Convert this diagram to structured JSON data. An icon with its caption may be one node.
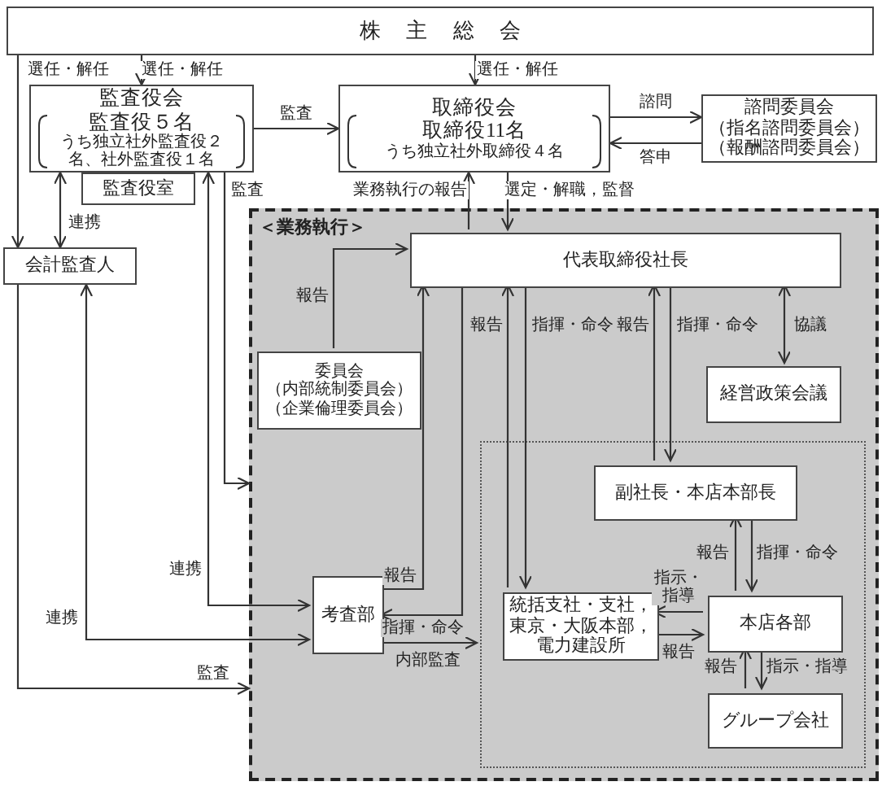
{
  "diagram": {
    "nodes": [
      {
        "text": [
          "株主総会"
        ]
      },
      {
        "text": [
          "監査役会",
          "監査役５名",
          "うち独立社外監査役２名、社外監査役１名"
        ]
      },
      {
        "text": [
          "監査役室"
        ]
      },
      {
        "text": [
          "取締役会",
          "取締役11名",
          "うち独立社外取締役４名"
        ]
      },
      {
        "text": [
          "諮問委員会",
          "（指名諮問委員会）",
          "（報酬諮問委員会）"
        ]
      },
      {
        "text": [
          "＜業務執行＞"
        ]
      },
      {
        "text": [
          "会計監査人"
        ]
      },
      {
        "text": [
          "代表取締役社長"
        ],
        "in": 5
      },
      {
        "text": [
          "委員会",
          "（内部統制委員会）",
          "（企業倫理委員会）"
        ],
        "in": 5
      },
      {
        "text": [
          "経営政策会議"
        ],
        "in": 5
      },
      {
        "text": [],
        "shape": "box",
        "in": 5
      },
      {
        "text": [
          "副社長・本店本部長"
        ],
        "in": 10
      },
      {
        "text": [
          "統括支社・支社，東京・大阪本部，電力建設所"
        ],
        "in": 10
      },
      {
        "text": [
          "本店各部"
        ],
        "in": 10
      },
      {
        "text": [
          "グループ会社"
        ],
        "in": 10
      },
      {
        "text": [
          "考査部"
        ],
        "in": 5
      }
    ],
    "edges": [
      {
        "from": 0,
        "to": 1,
        "arrow": "to",
        "label": "選任・解任"
      },
      {
        "from": 0,
        "to": 3,
        "arrow": "to",
        "label": "選任・解任"
      },
      {
        "from": 0,
        "to": 6,
        "arrow": "to",
        "label": "選任・解任"
      },
      {
        "from": 1,
        "to": 3,
        "arrow": "to",
        "label": "監査"
      },
      {
        "from": 3,
        "to": 4,
        "arrow": "to",
        "label": "諮問"
      },
      {
        "from": 4,
        "to": 3,
        "arrow": "to",
        "label": "答申"
      },
      {
        "from": 7,
        "to": 3,
        "arrow": "to",
        "label": "業務執行の報告"
      },
      {
        "from": 3,
        "to": 7,
        "arrow": "to",
        "label": "選定・解職，監督"
      },
      {
        "from": 1,
        "to": 6,
        "arrow": "both",
        "label": "連携"
      },
      {
        "from": 6,
        "to": 15,
        "arrow": "both",
        "label": "連携"
      },
      {
        "from": 6,
        "to": 5,
        "arrow": "to",
        "label": "監査"
      },
      {
        "from": 1,
        "to": 15,
        "arrow": "both",
        "label": "連携"
      },
      {
        "from": 1,
        "to": 5,
        "arrow": "to",
        "label": "監査"
      },
      {
        "from": 8,
        "to": 7,
        "arrow": "to",
        "label": "報告"
      },
      {
        "from": 15,
        "to": 7,
        "arrow": "to",
        "label": "報告"
      },
      {
        "from": 7,
        "to": 15,
        "arrow": "to",
        "label": "指揮・命令"
      },
      {
        "from": 15,
        "to": 10,
        "arrow": "to",
        "label": "内部監査"
      },
      {
        "from": 12,
        "to": 7,
        "arrow": "to",
        "label": "報告"
      },
      {
        "from": 7,
        "to": 12,
        "arrow": "to",
        "label": "指揮・命令"
      },
      {
        "from": 11,
        "to": 7,
        "arrow": "to",
        "label": "報告"
      },
      {
        "from": 7,
        "to": 11,
        "arrow": "to",
        "label": "指揮・命令"
      },
      {
        "from": 7,
        "to": 9,
        "arrow": "both",
        "label": "協議"
      },
      {
        "from": 13,
        "to": 11,
        "arrow": "to",
        "label": "報告"
      },
      {
        "from": 11,
        "to": 13,
        "arrow": "to",
        "label": "指揮・命令"
      },
      {
        "from": 13,
        "to": 12,
        "arrow": "to",
        "label": "指示・指導"
      },
      {
        "from": 12,
        "to": 13,
        "arrow": "to",
        "label": "報告"
      },
      {
        "from": 14,
        "to": 13,
        "arrow": "to",
        "label": "報告"
      },
      {
        "from": 13,
        "to": 14,
        "arrow": "to",
        "label": "指示・指導"
      }
    ]
  }
}
